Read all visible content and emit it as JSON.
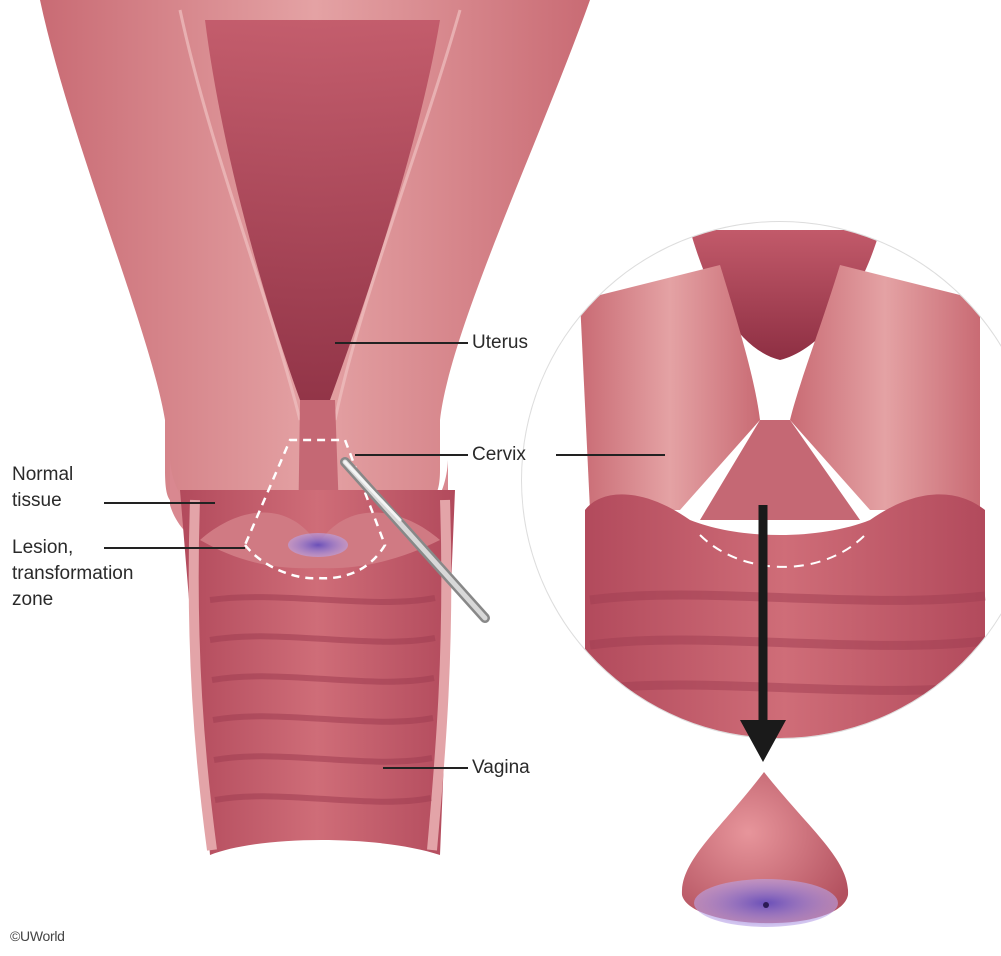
{
  "labels": {
    "uterus": "Uterus",
    "cervix": "Cervix",
    "normal_tissue_line1": "Normal",
    "normal_tissue_line2": "tissue",
    "lesion_line1": "Lesion,",
    "lesion_line2": "transformation",
    "lesion_line3": "zone",
    "vagina": "Vagina"
  },
  "credit": "©UWorld",
  "colors": {
    "tissue": "#d8848a",
    "tissue_dark": "#b9505e",
    "lumen": "#a83c4f",
    "lesion": "#9a7fd6",
    "arrow": "#1a1a1a",
    "label_line": "#222222"
  },
  "icons": [
    "scalpel-icon",
    "arrow-down-icon"
  ]
}
